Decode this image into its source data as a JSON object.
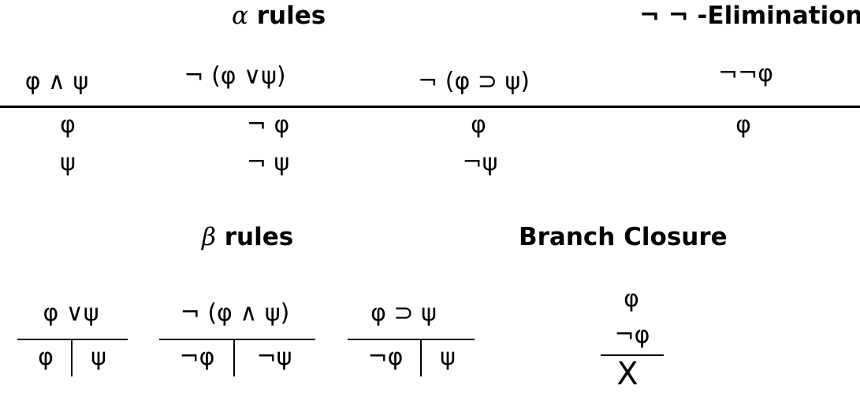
{
  "alpha": {
    "title_sym": "α",
    "title_text": "rules",
    "rules": [
      {
        "premise": "φ ∧ ψ",
        "results": [
          "φ",
          "ψ"
        ]
      },
      {
        "premise": "¬ (φ ∨ψ)",
        "results": [
          "¬ φ",
          "¬ ψ"
        ]
      },
      {
        "premise": "¬ (φ ⊃ ψ)",
        "results": [
          "φ",
          "¬ψ"
        ]
      }
    ]
  },
  "dneg": {
    "title": "¬ ¬ -Elimination",
    "premise": "¬¬φ",
    "result": "φ"
  },
  "beta": {
    "title_sym": "β",
    "title_text": "rules",
    "rules": [
      {
        "premise": "φ ∨ψ",
        "left": "φ",
        "right": "ψ"
      },
      {
        "premise": "¬ (φ ∧ ψ)",
        "left": "¬φ",
        "right": "¬ψ"
      },
      {
        "premise": "φ ⊃ ψ",
        "left": "¬φ",
        "right": "ψ"
      }
    ]
  },
  "closure": {
    "title": "Branch Closure",
    "line1": "φ",
    "line2": "¬φ",
    "result": "X"
  }
}
